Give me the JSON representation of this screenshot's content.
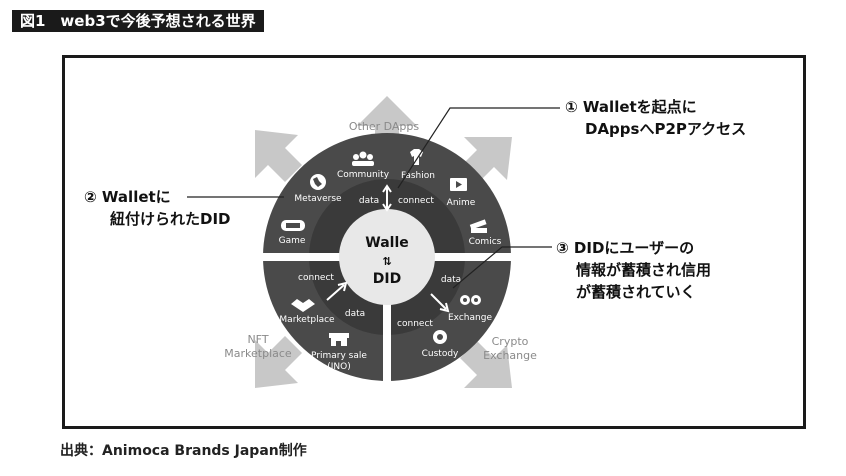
{
  "figure": {
    "title": "図1　web3で今後予想される世界"
  },
  "source": "出典：Animoca Brands Japan制作",
  "callouts": {
    "c1_line1": "① Walletを起点に",
    "c1_line2": "DAppsへP2Pアクセス",
    "c2_line1": "② Walletに",
    "c2_line2": "紐付けられたDID",
    "c3_line1": "③ DIDにユーザーの",
    "c3_line2": "情報が蓄積され信用",
    "c3_line3": "が蓄積されていく"
  },
  "diagram": {
    "center_line1": "Walle",
    "center_line2": "DID",
    "outer_labels": {
      "other_dapps": "Other DApps",
      "nft_line1": "NFT",
      "nft_line2": "Marketplace",
      "crypto_line1": "Crypto",
      "crypto_line2": "Exchange"
    },
    "connectors": {
      "top_data": "data",
      "top_connect": "connect",
      "left_connect": "connect",
      "left_data": "data",
      "right_data": "data",
      "right_connect": "connect"
    },
    "items": {
      "community": "Community",
      "fashion": "Fashion",
      "metaverse": "Metaverse",
      "anime": "Anime",
      "game": "Game",
      "comics": "Comics",
      "marketplace": "Marketplace",
      "primary_sale_line1": "Primary sale",
      "primary_sale_line2": "(INO)",
      "custody": "Custody",
      "exchange": "Exchange"
    }
  }
}
